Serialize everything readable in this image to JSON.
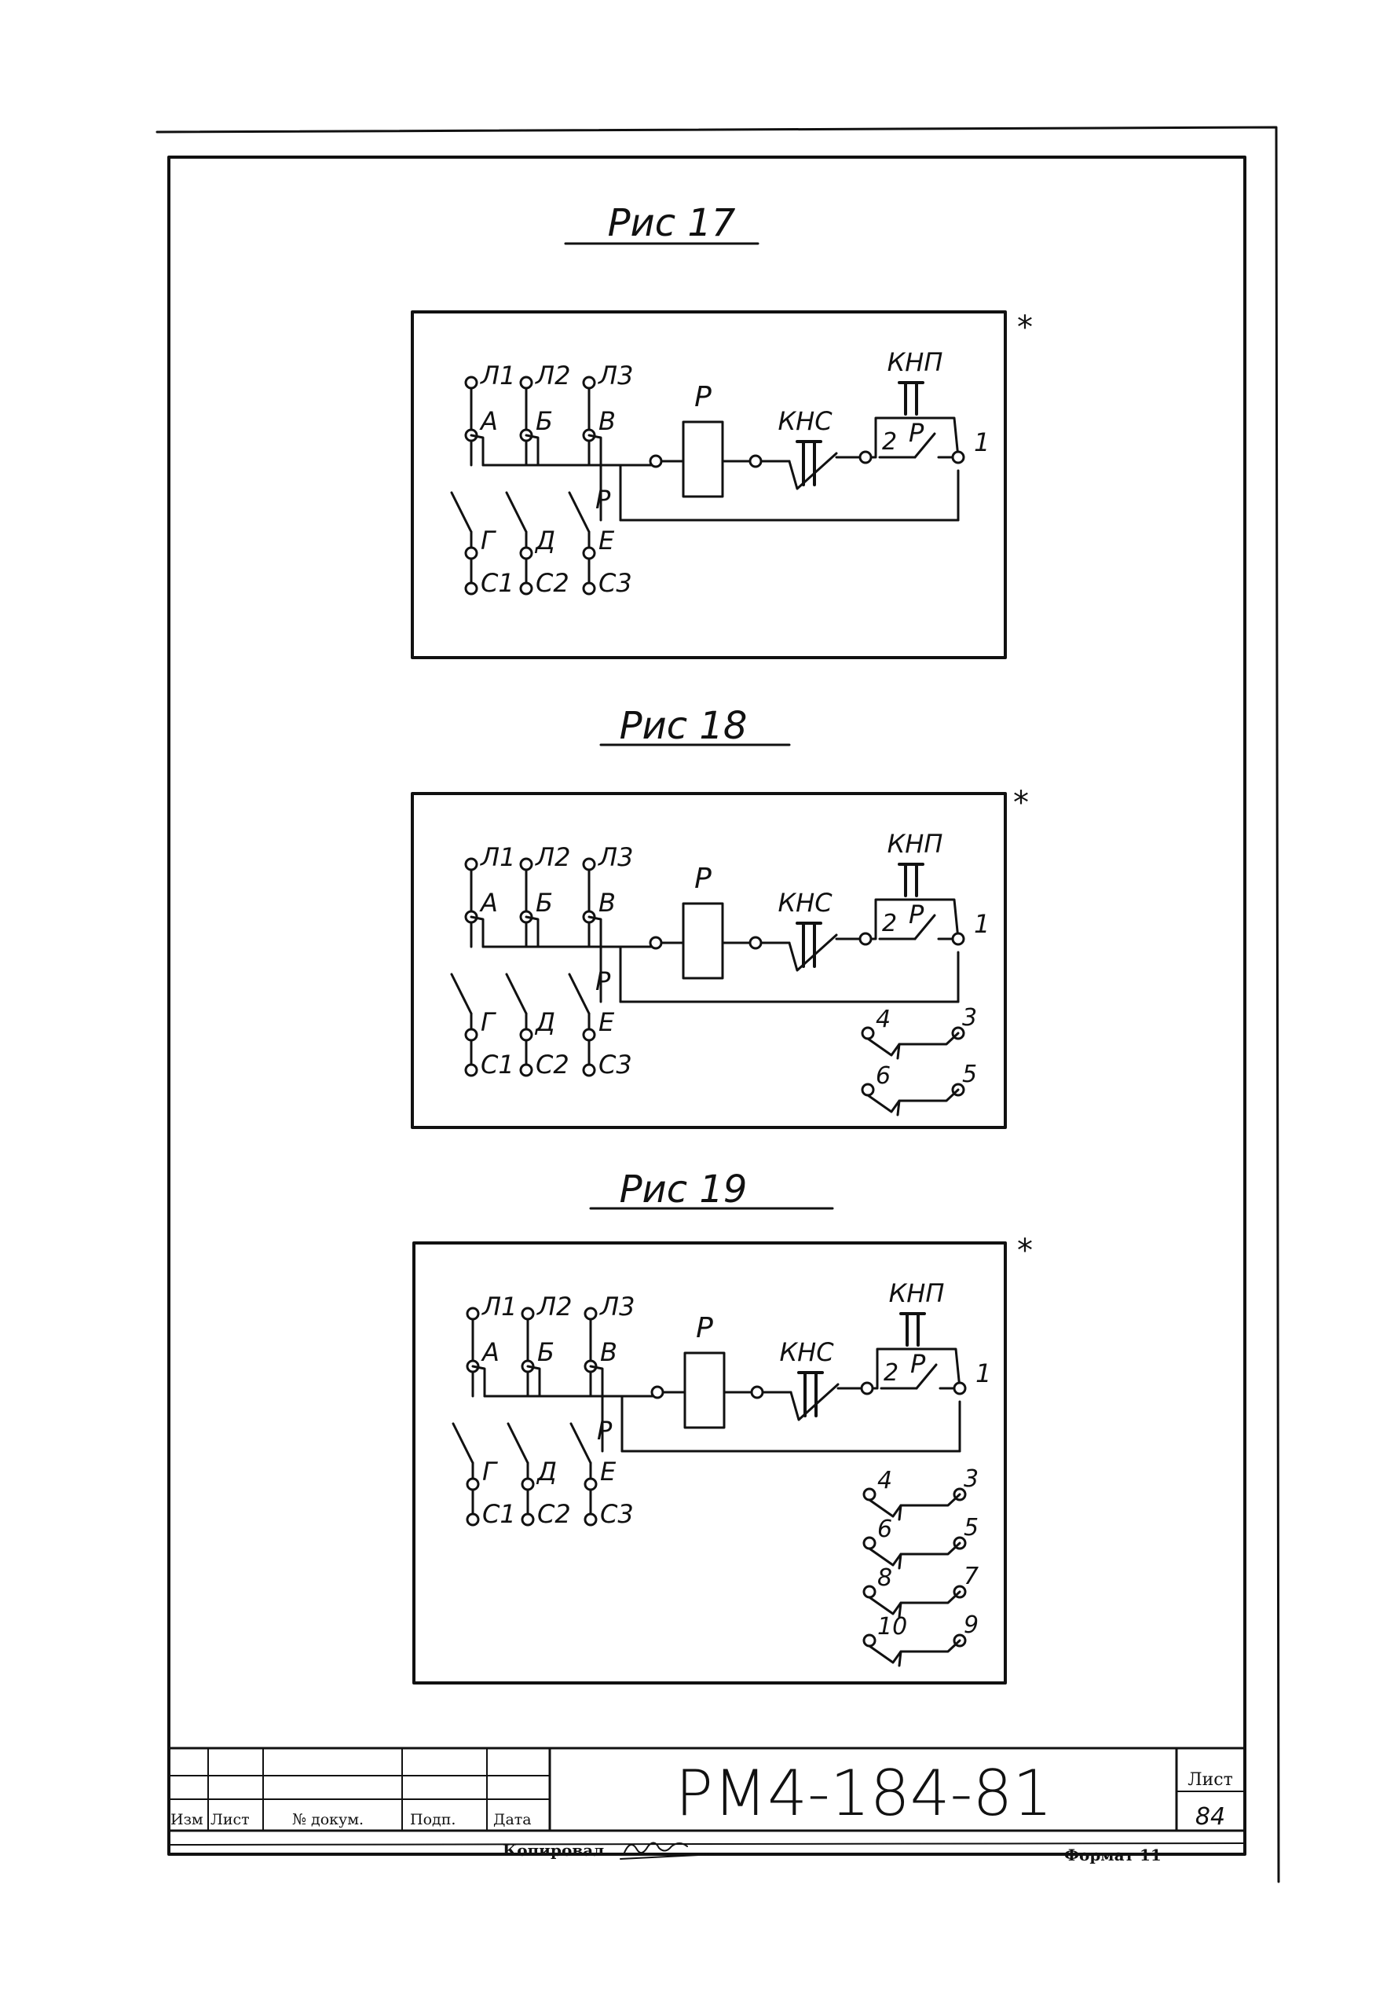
{
  "figures": [
    {
      "title": "Рис 17",
      "star": "*",
      "lines": [
        "Л1",
        "Л2",
        "Л3"
      ],
      "contacts_upper": [
        "А",
        "Б",
        "В"
      ],
      "contacts_lower": [
        "Г",
        "Д",
        "Е"
      ],
      "outputs": [
        "С1",
        "С2",
        "С3"
      ],
      "coil": "Р",
      "relay_contact_lower": "Р",
      "stop_button": "КНС",
      "start_button": "КНП",
      "start_contact_num": "2",
      "start_contact_label": "Р",
      "node_1": "1",
      "aux_contacts": []
    },
    {
      "title": "Рис 18",
      "star": "*",
      "lines": [
        "Л1",
        "Л2",
        "Л3"
      ],
      "contacts_upper": [
        "А",
        "Б",
        "В"
      ],
      "contacts_lower": [
        "Г",
        "Д",
        "Е"
      ],
      "outputs": [
        "С1",
        "С2",
        "С3"
      ],
      "coil": "Р",
      "relay_contact_lower": "Р",
      "stop_button": "КНС",
      "start_button": "КНП",
      "start_contact_num": "2",
      "start_contact_label": "Р",
      "node_1": "1",
      "aux_contacts": [
        {
          "left": "4",
          "right": "3"
        },
        {
          "left": "6",
          "right": "5"
        }
      ]
    },
    {
      "title": "Рис 19",
      "star": "*",
      "lines": [
        "Л1",
        "Л2",
        "Л3"
      ],
      "contacts_upper": [
        "А",
        "Б",
        "В"
      ],
      "contacts_lower": [
        "Г",
        "Д",
        "Е"
      ],
      "outputs": [
        "С1",
        "С2",
        "С3"
      ],
      "coil": "Р",
      "relay_contact_lower": "Р",
      "stop_button": "КНС",
      "start_button": "КНП",
      "start_contact_num": "2",
      "start_contact_label": "Р",
      "node_1": "1",
      "aux_contacts": [
        {
          "left": "4",
          "right": "3"
        },
        {
          "left": "6",
          "right": "5"
        },
        {
          "left": "8",
          "right": "7"
        },
        {
          "left": "10",
          "right": "9"
        }
      ]
    }
  ],
  "title_block": {
    "designation": "РМ4-184-81",
    "headers": [
      "Изм",
      "Лист",
      "№ докум.",
      "Подп.",
      "Дата"
    ],
    "sheet_label": "Лист",
    "sheet_number": "84",
    "copied_label": "Копировал",
    "format_label": "Формат 11"
  }
}
